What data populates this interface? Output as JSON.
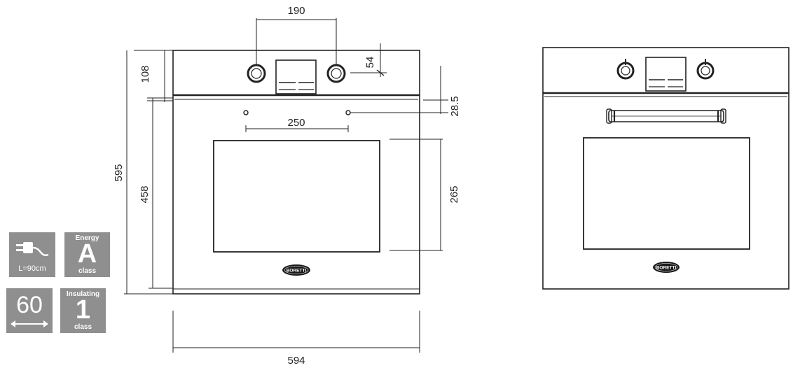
{
  "dimensions": {
    "top_width": "190",
    "control_height": "54",
    "panel_height": "108",
    "gap": "28.5",
    "total_height": "595",
    "door_height": "458",
    "cavity_width": "250",
    "cavity_height": "265",
    "total_width": "594"
  },
  "brand_text": "BORETTI",
  "badges": {
    "cable": {
      "icon": "plug-icon",
      "label": "L=90cm"
    },
    "energy": {
      "top": "Energy",
      "big": "A",
      "bottom": "class"
    },
    "width": {
      "big": "60",
      "icon": "double-arrow-icon"
    },
    "insulating": {
      "top": "Insulating",
      "big": "1",
      "bottom": "class"
    }
  },
  "colors": {
    "line": "#222222",
    "badge_bg": "#8f8f8f",
    "badge_text": "#ffffff",
    "logo_bg": "#1a1a1a"
  }
}
